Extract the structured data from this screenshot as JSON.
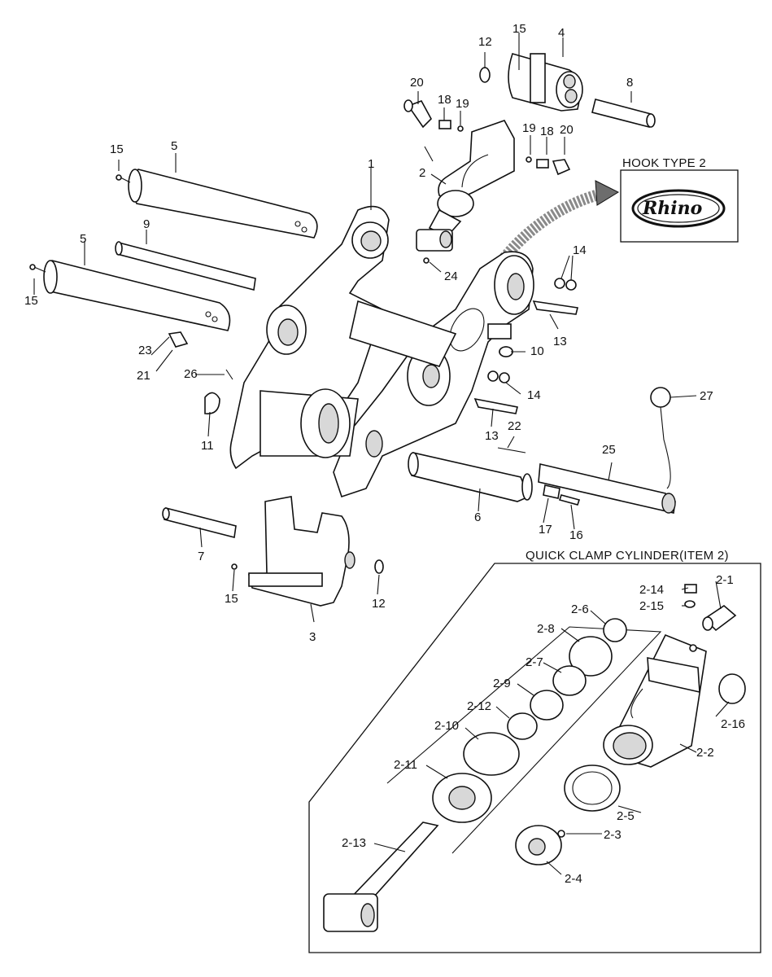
{
  "hook_box": {
    "title": "HOOK TYPE 2",
    "logo_text": "Rhino"
  },
  "cylinder_box": {
    "title": "QUICK CLAMP CYLINDER(ITEM 2)"
  },
  "labels": [
    {
      "id": "l1",
      "text": "1"
    },
    {
      "id": "l2",
      "text": "2"
    },
    {
      "id": "l3",
      "text": "3"
    },
    {
      "id": "l4",
      "text": "4"
    },
    {
      "id": "l5a",
      "text": "5"
    },
    {
      "id": "l5b",
      "text": "5"
    },
    {
      "id": "l6",
      "text": "6"
    },
    {
      "id": "l7",
      "text": "7"
    },
    {
      "id": "l8",
      "text": "8"
    },
    {
      "id": "l9",
      "text": "9"
    },
    {
      "id": "l10",
      "text": "10"
    },
    {
      "id": "l11",
      "text": "11"
    },
    {
      "id": "l12a",
      "text": "12"
    },
    {
      "id": "l12b",
      "text": "12"
    },
    {
      "id": "l13a",
      "text": "13"
    },
    {
      "id": "l13b",
      "text": "13"
    },
    {
      "id": "l14a",
      "text": "14"
    },
    {
      "id": "l14b",
      "text": "14"
    },
    {
      "id": "l15a",
      "text": "15"
    },
    {
      "id": "l15b",
      "text": "15"
    },
    {
      "id": "l15c",
      "text": "15"
    },
    {
      "id": "l15d",
      "text": "15"
    },
    {
      "id": "l16",
      "text": "16"
    },
    {
      "id": "l17",
      "text": "17"
    },
    {
      "id": "l18a",
      "text": "18"
    },
    {
      "id": "l18b",
      "text": "18"
    },
    {
      "id": "l19a",
      "text": "19"
    },
    {
      "id": "l19b",
      "text": "19"
    },
    {
      "id": "l20a",
      "text": "20"
    },
    {
      "id": "l20b",
      "text": "20"
    },
    {
      "id": "l21",
      "text": "21"
    },
    {
      "id": "l22",
      "text": "22"
    },
    {
      "id": "l23",
      "text": "23"
    },
    {
      "id": "l24",
      "text": "24"
    },
    {
      "id": "l25",
      "text": "25"
    },
    {
      "id": "l26",
      "text": "26"
    },
    {
      "id": "l27",
      "text": "27"
    },
    {
      "id": "c1",
      "text": "2-1"
    },
    {
      "id": "c2",
      "text": "2-2"
    },
    {
      "id": "c3",
      "text": "2-3"
    },
    {
      "id": "c4",
      "text": "2-4"
    },
    {
      "id": "c5",
      "text": "2-5"
    },
    {
      "id": "c6",
      "text": "2-6"
    },
    {
      "id": "c7",
      "text": "2-7"
    },
    {
      "id": "c8",
      "text": "2-8"
    },
    {
      "id": "c9",
      "text": "2-9"
    },
    {
      "id": "c10",
      "text": "2-10"
    },
    {
      "id": "c11",
      "text": "2-11"
    },
    {
      "id": "c12",
      "text": "2-12"
    },
    {
      "id": "c13",
      "text": "2-13"
    },
    {
      "id": "c14",
      "text": "2-14"
    },
    {
      "id": "c15",
      "text": "2-15"
    },
    {
      "id": "c16",
      "text": "2-16"
    }
  ]
}
